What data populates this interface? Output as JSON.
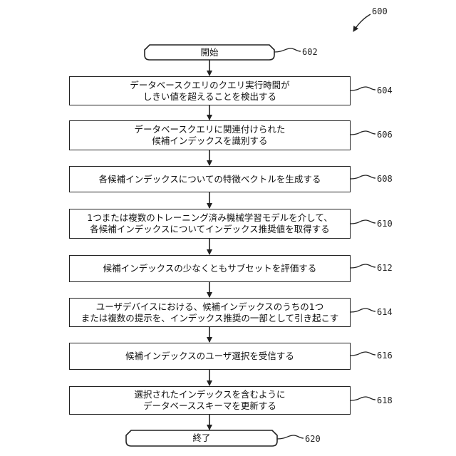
{
  "figure": {
    "ref": "600"
  },
  "start": {
    "label": "開始",
    "ref": "602"
  },
  "steps": [
    {
      "ref": "604",
      "lines": [
        "データベースクエリのクエリ実行時間が",
        "しきい値を超えることを検出する"
      ]
    },
    {
      "ref": "606",
      "lines": [
        "データベースクエリに関連付けられた",
        "候補インデックスを識別する"
      ]
    },
    {
      "ref": "608",
      "lines": [
        "各候補インデックスについての特徴ベクトルを生成する"
      ]
    },
    {
      "ref": "610",
      "lines": [
        "1つまたは複数のトレーニング済み機械学習モデルを介して、",
        "各候補インデックスについてインデックス推奨値を取得する"
      ]
    },
    {
      "ref": "612",
      "lines": [
        "候補インデックスの少なくともサブセットを評価する"
      ]
    },
    {
      "ref": "614",
      "lines": [
        "ユーザデバイスにおける、候補インデックスのうちの1つ",
        "または複数の提示を、インデックス推奨の一部として引き起こす"
      ]
    },
    {
      "ref": "616",
      "lines": [
        "候補インデックスのユーザ選択を受信する"
      ]
    },
    {
      "ref": "618",
      "lines": [
        "選択されたインデックスを含むように",
        "データベーススキーマを更新する"
      ]
    }
  ],
  "end": {
    "label": "終了",
    "ref": "620"
  }
}
